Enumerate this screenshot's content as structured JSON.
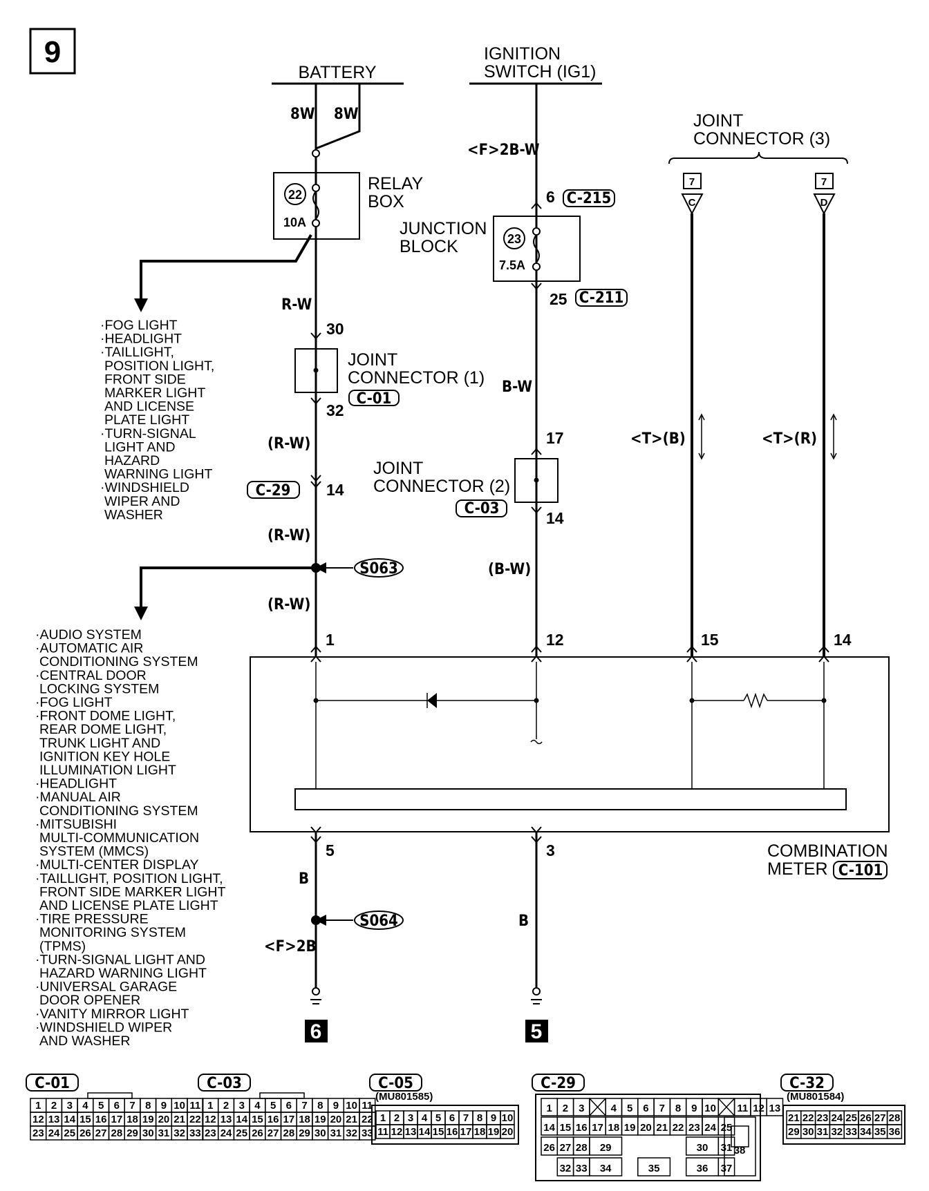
{
  "page_number": "9",
  "sources": {
    "battery": "BATTERY",
    "ignition": [
      "IGNITION",
      "SWITCH (IG1)"
    ],
    "joint3": [
      "JOINT",
      "CONNECTOR (3)"
    ]
  },
  "wires": {
    "w8w_a": "8W",
    "w8w_b": "8W",
    "f2bw": "<F>2B-W",
    "rw": "R-W",
    "rw_p1": "(R-W)",
    "rw_p2": "(R-W)",
    "rw_p3": "(R-W)",
    "bw": "B-W",
    "bw_p": "(B-W)",
    "tb": "<T>(B)",
    "tr": "<T>(R)",
    "b1": "B",
    "f2b": "<F>2B",
    "b2": "B"
  },
  "relay": {
    "fuse_no": "22",
    "amp": "10A",
    "label": [
      "RELAY",
      "BOX"
    ]
  },
  "junction": {
    "fuse_no": "23",
    "amp": "7.5A",
    "label": [
      "JUNCTION",
      "BLOCK"
    ]
  },
  "joint1": [
    "JOINT",
    "CONNECTOR (1)"
  ],
  "joint2": [
    "JOINT",
    "CONNECTOR (2)"
  ],
  "connectors": {
    "c215": "C-215",
    "c211": "C-211",
    "c01": "C-01",
    "c29": "C-29",
    "c03": "C-03",
    "c101": "C-101"
  },
  "pins": {
    "p6": "6",
    "p25": "25",
    "p30": "30",
    "p32": "32",
    "p14a": "14",
    "p17": "17",
    "p14b": "14",
    "p1": "1",
    "p12": "12",
    "p15": "15",
    "p14c": "14",
    "p5": "5",
    "p3": "3",
    "j7a": "7",
    "j7b": "7",
    "jC": "C",
    "jD": "D"
  },
  "splices": {
    "s063": "S063",
    "s064": "S064"
  },
  "meter": [
    "COMBINATION",
    "METER"
  ],
  "grounds": {
    "g6": "6",
    "g5": "5"
  },
  "list_top": [
    "·FOG LIGHT",
    "·HEADLIGHT",
    "·TAILLIGHT,",
    "POSITION LIGHT,",
    "FRONT SIDE",
    "MARKER LIGHT",
    "AND LICENSE",
    "PLATE LIGHT",
    "·TURN-SIGNAL",
    "LIGHT AND",
    "HAZARD",
    "WARNING LIGHT",
    "·WINDSHIELD",
    "WIPER AND",
    "WASHER"
  ],
  "list_bottom": [
    "·AUDIO SYSTEM",
    "·AUTOMATIC AIR",
    "CONDITIONING SYSTEM",
    "·CENTRAL DOOR",
    "LOCKING SYSTEM",
    "·FOG LIGHT",
    "·FRONT DOME LIGHT,",
    "REAR DOME LIGHT,",
    "TRUNK LIGHT AND",
    "IGNITION KEY HOLE",
    "ILLUMINATION LIGHT",
    "·HEADLIGHT",
    "·MANUAL AIR",
    "CONDITIONING SYSTEM",
    "·MITSUBISHI",
    "MULTI-COMMUNICATION",
    "SYSTEM (MMCS)",
    "·MULTI-CENTER DISPLAY",
    "·TAILLIGHT, POSITION LIGHT,",
    "FRONT SIDE  MARKER LIGHT",
    "AND LICENSE PLATE LIGHT",
    "·TIRE PRESSURE",
    "MONITORING SYSTEM",
    "(TPMS)",
    "·TURN-SIGNAL LIGHT AND",
    "HAZARD WARNING LIGHT",
    "·UNIVERSAL GARAGE",
    "DOOR OPENER",
    "·VANITY MIRROR LIGHT",
    "·WINDSHIELD WIPER",
    "AND WASHER"
  ],
  "faces": {
    "c01": {
      "title": "C-01",
      "rows": [
        [
          "1",
          "2",
          "3",
          "4",
          "5",
          "6",
          "7",
          "8",
          "9",
          "10",
          "11"
        ],
        [
          "12",
          "13",
          "14",
          "15",
          "16",
          "17",
          "18",
          "19",
          "20",
          "21",
          "22"
        ],
        [
          "23",
          "24",
          "25",
          "26",
          "27",
          "28",
          "29",
          "30",
          "31",
          "32",
          "33"
        ]
      ]
    },
    "c03": {
      "title": "C-03",
      "rows": [
        [
          "1",
          "2",
          "3",
          "4",
          "5",
          "6",
          "7",
          "8",
          "9",
          "10",
          "11"
        ],
        [
          "12",
          "13",
          "14",
          "15",
          "16",
          "17",
          "18",
          "19",
          "20",
          "21",
          "22"
        ],
        [
          "23",
          "24",
          "25",
          "26",
          "27",
          "28",
          "29",
          "30",
          "31",
          "32",
          "33"
        ]
      ]
    },
    "c05": {
      "title": "C-05",
      "part": "(MU801585)",
      "rows": [
        [
          "1",
          "2",
          "3",
          "4",
          "5",
          "6",
          "7",
          "8",
          "9",
          "10"
        ],
        [
          "11",
          "12",
          "13",
          "14",
          "15",
          "16",
          "17",
          "18",
          "19",
          "20"
        ]
      ]
    },
    "c29": {
      "title": "C-29",
      "r1": [
        "1",
        "2",
        "3",
        "4",
        "5",
        "6",
        "7",
        "8",
        "9",
        "10",
        "11",
        "12",
        "13"
      ],
      "r2": [
        "14",
        "15",
        "16",
        "17",
        "18",
        "19",
        "20",
        "21",
        "22",
        "23",
        "24",
        "25"
      ],
      "r3": [
        "26",
        "27",
        "28",
        "29",
        "30",
        "31",
        "38"
      ],
      "r4": [
        "32",
        "33",
        "34",
        "35",
        "36",
        "37"
      ]
    },
    "c32": {
      "title": "C-32",
      "part": "(MU801584)",
      "rows": [
        [
          "21",
          "22",
          "23",
          "24",
          "25",
          "26",
          "27",
          "28"
        ],
        [
          "29",
          "30",
          "31",
          "32",
          "33",
          "34",
          "35",
          "36"
        ]
      ]
    }
  }
}
